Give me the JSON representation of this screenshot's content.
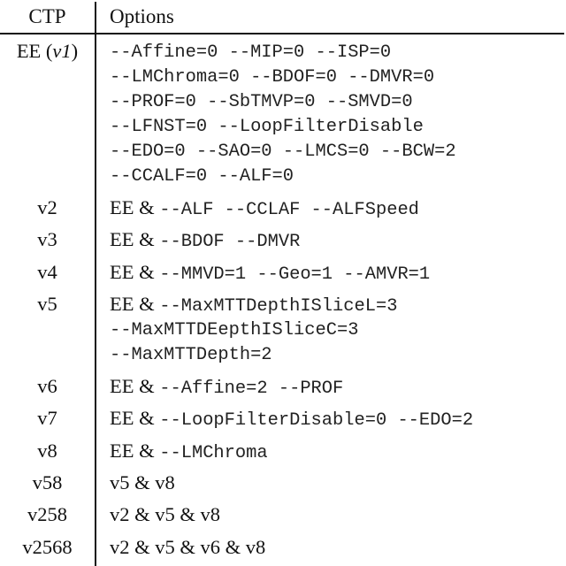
{
  "table": {
    "headers": {
      "ctp": "CTP",
      "options": "Options"
    },
    "rows": [
      {
        "ctp": "EE (",
        "ctp_italic": "v1",
        "ctp_tail": ")",
        "lines": [
          {
            "prefix": "",
            "code": "--Affine=0 --MIP=0 --ISP=0"
          },
          {
            "prefix": "",
            "code": "--LMChroma=0 --BDOF=0 --DMVR=0"
          },
          {
            "prefix": "",
            "code": "--PROF=0 --SbTMVP=0 --SMVD=0"
          },
          {
            "prefix": "",
            "code": "--LFNST=0 --LoopFilterDisable"
          },
          {
            "prefix": "",
            "code": "--EDO=0 --SAO=0 --LMCS=0 --BCW=2"
          },
          {
            "prefix": "",
            "code": "--CCALF=0 --ALF=0"
          }
        ]
      },
      {
        "ctp": "v2",
        "lines": [
          {
            "prefix": "EE & ",
            "code": "--ALF --CCLAF --ALFSpeed"
          }
        ]
      },
      {
        "ctp": "v3",
        "lines": [
          {
            "prefix": "EE & ",
            "code": "--BDOF --DMVR"
          }
        ]
      },
      {
        "ctp": "v4",
        "lines": [
          {
            "prefix": "EE & ",
            "code": "--MMVD=1 --Geo=1 --AMVR=1"
          }
        ]
      },
      {
        "ctp": "v5",
        "lines": [
          {
            "prefix": "EE & ",
            "code": "--MaxMTTDepthISliceL=3"
          },
          {
            "prefix": "",
            "code": "--MaxMTTDEepthISliceC=3"
          },
          {
            "prefix": "",
            "code": "--MaxMTTDepth=2"
          }
        ]
      },
      {
        "ctp": "v6",
        "lines": [
          {
            "prefix": "EE & ",
            "code": "--Affine=2 --PROF"
          }
        ]
      },
      {
        "ctp": "v7",
        "lines": [
          {
            "prefix": "EE & ",
            "code": "--LoopFilterDisable=0 --EDO=2"
          }
        ]
      },
      {
        "ctp": "v8",
        "lines": [
          {
            "prefix": "EE & ",
            "code": "--LMChroma"
          }
        ]
      },
      {
        "ctp": "v58",
        "lines": [
          {
            "text": "v5 & v8"
          }
        ]
      },
      {
        "ctp": "v258",
        "lines": [
          {
            "text": "v2 & v5 & v8"
          }
        ]
      },
      {
        "ctp": "v2568",
        "lines": [
          {
            "text": "v2 & v5 & v6 & v8"
          }
        ]
      }
    ]
  }
}
